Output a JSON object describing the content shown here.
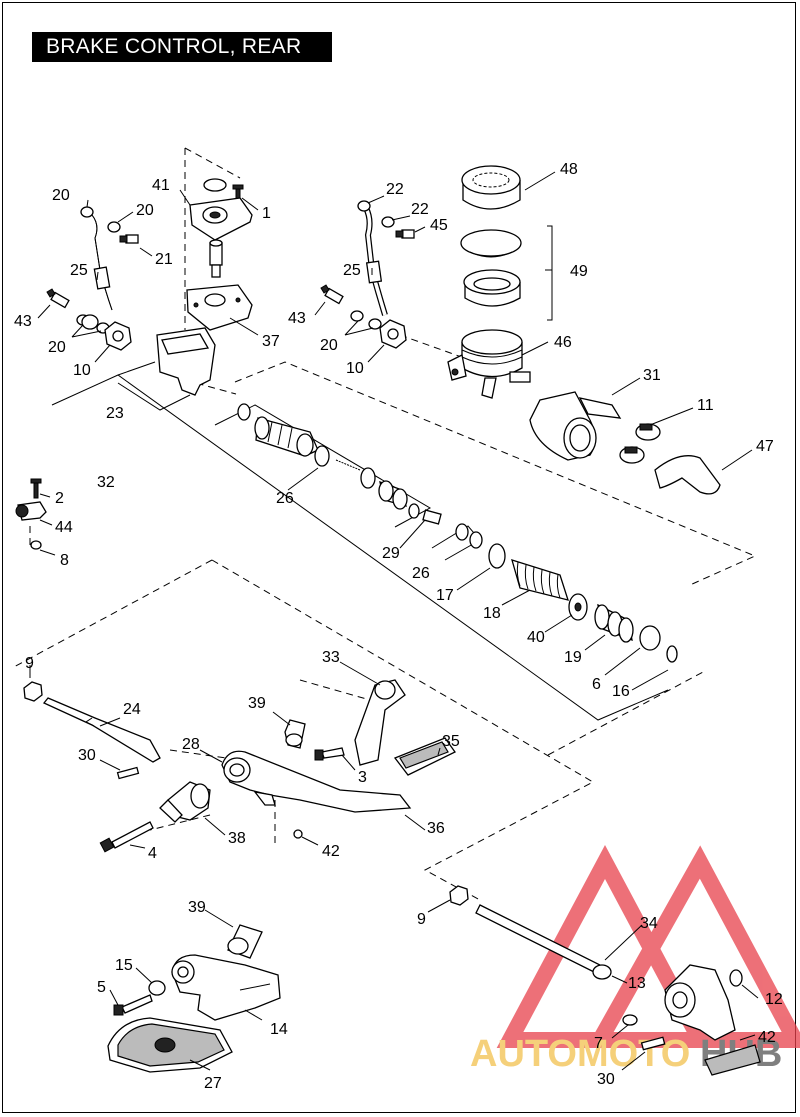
{
  "title": "BRAKE CONTROL, REAR",
  "watermark": {
    "text_left": "AUTOMOTO",
    "text_right": "HUB",
    "color": "#e8414b",
    "gold": "#f2c14e"
  },
  "callouts": {
    "c1": "1",
    "c2a": "2",
    "c3": "3",
    "c4": "4",
    "c5": "5",
    "c6": "6",
    "c7": "7",
    "c8": "8",
    "c9a": "9",
    "c9b": "9",
    "c10a": "10",
    "c10b": "10",
    "c11": "11",
    "c12": "12",
    "c13": "13",
    "c14": "14",
    "c15": "15",
    "c16": "16",
    "c17": "17",
    "c18": "18",
    "c19": "19",
    "c20a": "20",
    "c20b": "20",
    "c20c": "20",
    "c20d": "20",
    "c21": "21",
    "c22a": "22",
    "c22b": "22",
    "c23": "23",
    "c24": "24",
    "c25a": "25",
    "c25b": "25",
    "c26a": "26",
    "c26b": "26",
    "c27": "27",
    "c28": "28",
    "c29": "29",
    "c30a": "30",
    "c30b": "30",
    "c31": "31",
    "c32": "32",
    "c33": "33",
    "c34": "34",
    "c35": "35",
    "c36": "36",
    "c37": "37",
    "c38": "38",
    "c39a": "39",
    "c39b": "39",
    "c40": "40",
    "c41": "41",
    "c42a": "42",
    "c42b": "42",
    "c43a": "43",
    "c43b": "43",
    "c44": "44",
    "c45": "45",
    "c46": "46",
    "c47": "47",
    "c48": "48",
    "c49": "49"
  }
}
